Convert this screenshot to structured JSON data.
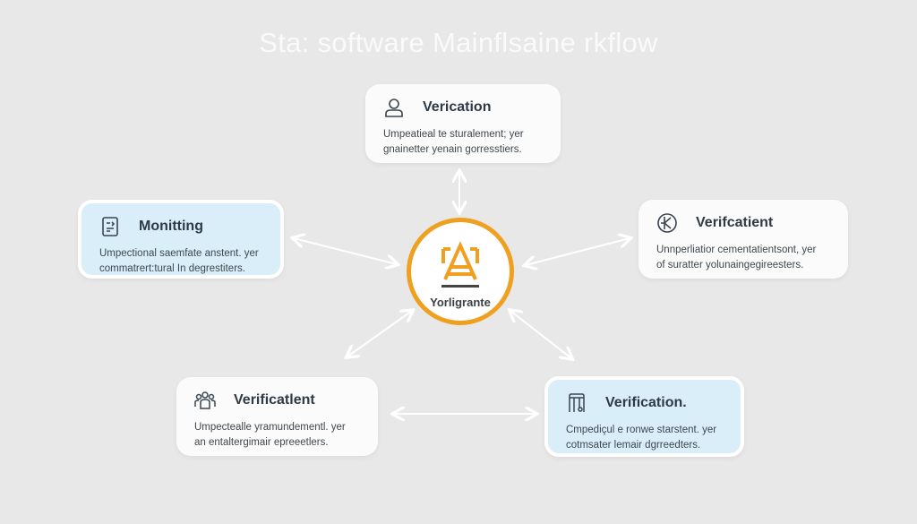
{
  "title": "Sta: software Mainflsaine rkflow",
  "hub": {
    "label": "Yorligrante",
    "icon": "building-a-icon",
    "color": "#f0a020"
  },
  "cards": [
    {
      "title": "Verication",
      "desc1": "Umpeatieal te sturalement; yer",
      "desc2": "gnainetter yenain gorresstiers.",
      "icon": "user-icon"
    },
    {
      "title": "Monitting",
      "desc1": "Umpectional saemfate anstent. yer",
      "desc2": "commatrert:tural In degrestiters.",
      "icon": "document-icon"
    },
    {
      "title": "Verifcatient",
      "desc1": "Unnperliatior cementatientsont, yer",
      "desc2": "of suratter yolunaingegireesters.",
      "icon": "compass-icon"
    },
    {
      "title": "Verificatlent",
      "desc1": "Umpectealle yramundementl. yer",
      "desc2": "an entaltergimair epreeetlers.",
      "icon": "users-icon"
    },
    {
      "title": "Verification.",
      "desc1": "Cmpediçul e ronwe starstent. yer",
      "desc2": "cotmsater lemair dgrreedters.",
      "icon": "server-icon"
    }
  ]
}
